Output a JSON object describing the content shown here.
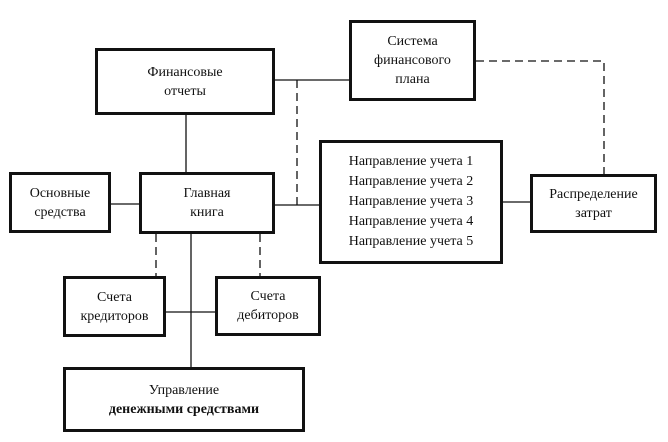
{
  "diagram": {
    "nodes": {
      "finance_plan": [
        "Система",
        "финансового",
        "плана"
      ],
      "fin_reports": [
        "Финансовые",
        "отчеты"
      ],
      "fixed_assets": [
        "Основные",
        "средства"
      ],
      "general_ledger": [
        "Главная",
        "книга"
      ],
      "accounting_directions": [
        "Направление учета 1",
        "Направление учета 2",
        "Направление учета 3",
        "Направление учета 4",
        "Направление учета 5"
      ],
      "cost_allocation": [
        "Распределение",
        "затрат"
      ],
      "payables": [
        "Счета",
        "кредиторов"
      ],
      "receivables": [
        "Счета",
        "дебиторов"
      ],
      "cash_management": [
        "Управление",
        "денежными средствами"
      ]
    },
    "connections": [
      {
        "from": "fin_reports",
        "to": "general_ledger",
        "style": "solid"
      },
      {
        "from": "fin_reports",
        "to": "finance_plan",
        "style": "solid"
      },
      {
        "from": "fixed_assets",
        "to": "general_ledger",
        "style": "solid"
      },
      {
        "from": "general_ledger",
        "to": "accounting_directions",
        "style": "solid"
      },
      {
        "from": "accounting_directions",
        "to": "cost_allocation",
        "style": "solid"
      },
      {
        "from": "finance_plan",
        "to": "cost_allocation",
        "style": "dashed"
      },
      {
        "from": "fin_reports",
        "to": "accounting_directions",
        "style": "dashed"
      },
      {
        "from": "general_ledger",
        "to": "payables",
        "style": "dashed"
      },
      {
        "from": "general_ledger",
        "to": "receivables",
        "style": "dashed"
      },
      {
        "from": "general_ledger",
        "to": "cash_management",
        "style": "solid"
      },
      {
        "from": "payables",
        "to": "receivables",
        "style": "solid"
      }
    ]
  }
}
